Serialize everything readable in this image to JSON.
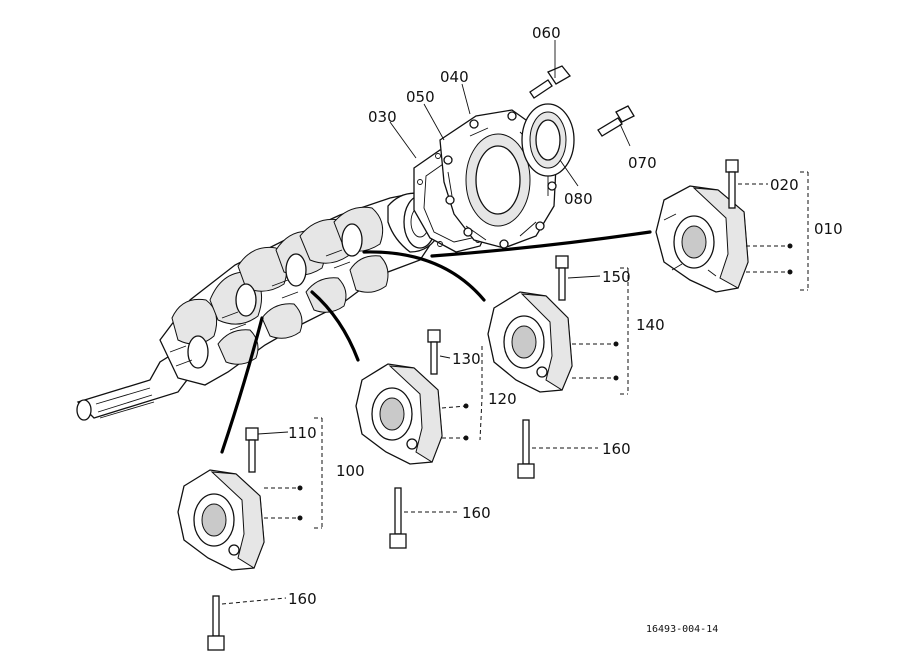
{
  "drawing_code": "16493-004-14",
  "callouts": {
    "p010": "010",
    "p020": "020",
    "p030": "030",
    "p040": "040",
    "p050": "050",
    "p060": "060",
    "p070": "070",
    "p080": "080",
    "p100": "100",
    "p110": "110",
    "p120": "120",
    "p130": "130",
    "p140": "140",
    "p150": "150",
    "p160a": "160",
    "p160b": "160",
    "p160c": "160"
  }
}
